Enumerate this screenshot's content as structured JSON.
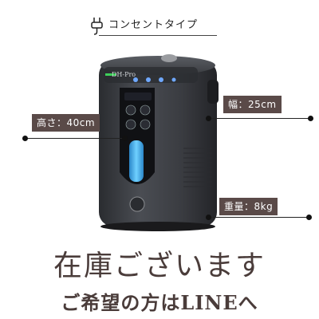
{
  "header": {
    "icon": "plug-icon",
    "label": "コンセントタイプ"
  },
  "specs": {
    "height": "高さ：40cm",
    "width": "幅：25cm",
    "weight": "重量：8kg"
  },
  "device": {
    "brand": "DH-Pro"
  },
  "footer": {
    "stock": "在庫ございます",
    "cta": "ご希望の方はLINEへ"
  },
  "colors": {
    "tag_bg": "#5a4a48",
    "device_body": "#3b3d42",
    "water_tank": "#4fb3e8"
  }
}
